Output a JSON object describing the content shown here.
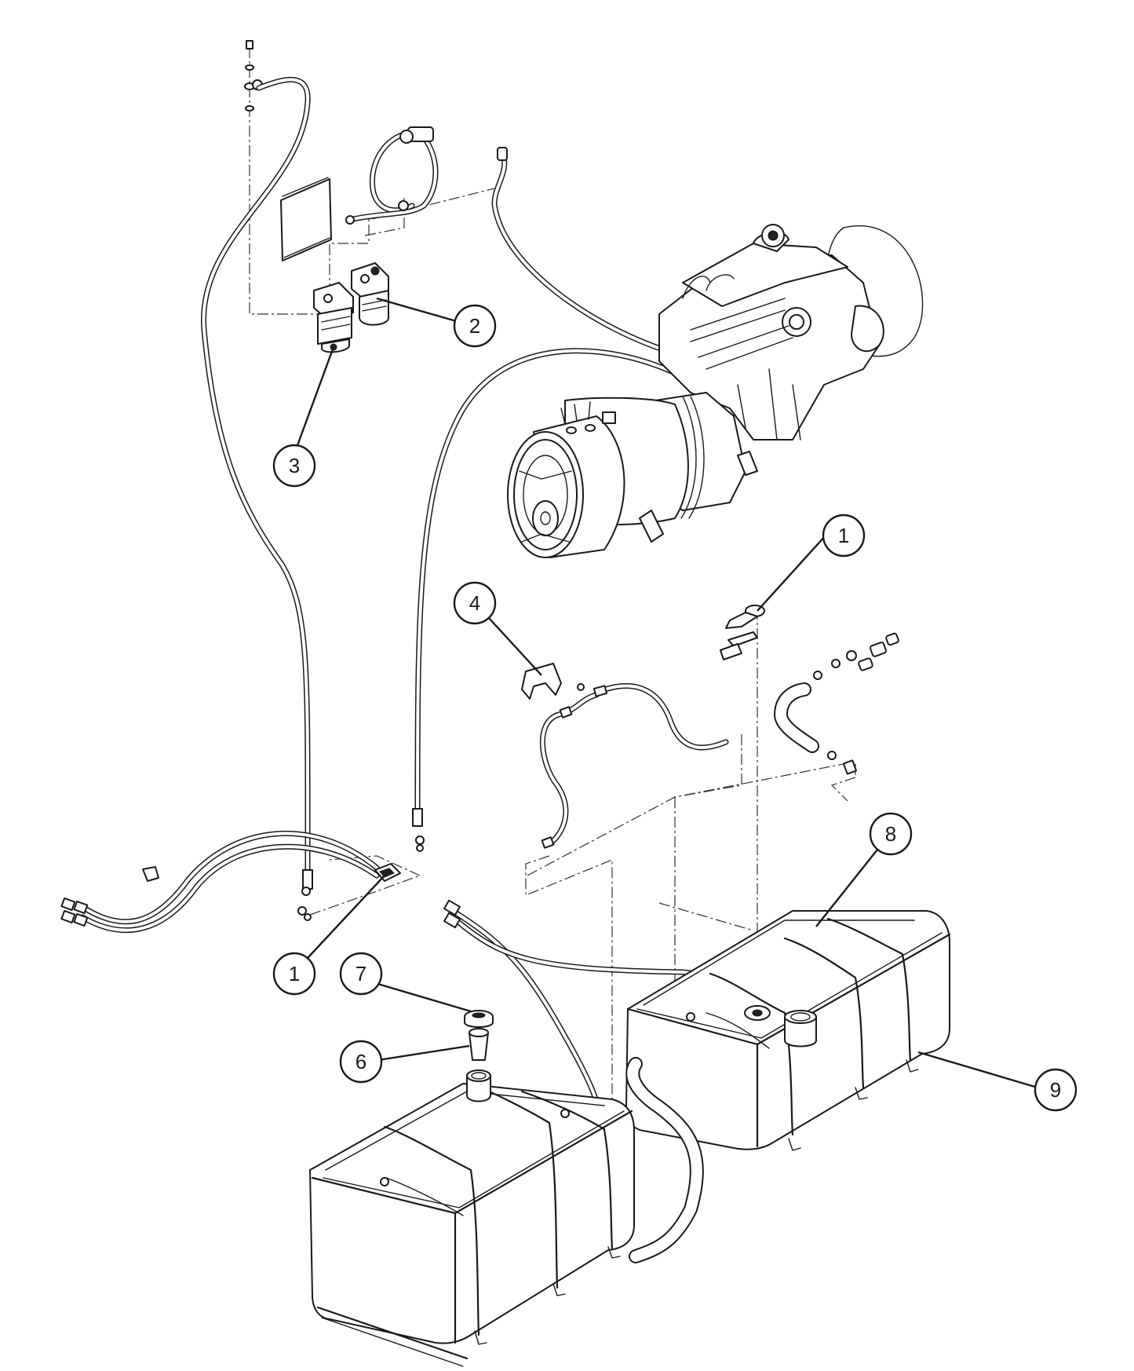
{
  "callouts": [
    {
      "number": "1"
    },
    {
      "number": "1"
    },
    {
      "number": "2"
    },
    {
      "number": "3"
    },
    {
      "number": "4"
    },
    {
      "number": "6"
    },
    {
      "number": "7"
    },
    {
      "number": "8"
    },
    {
      "number": "9"
    }
  ]
}
